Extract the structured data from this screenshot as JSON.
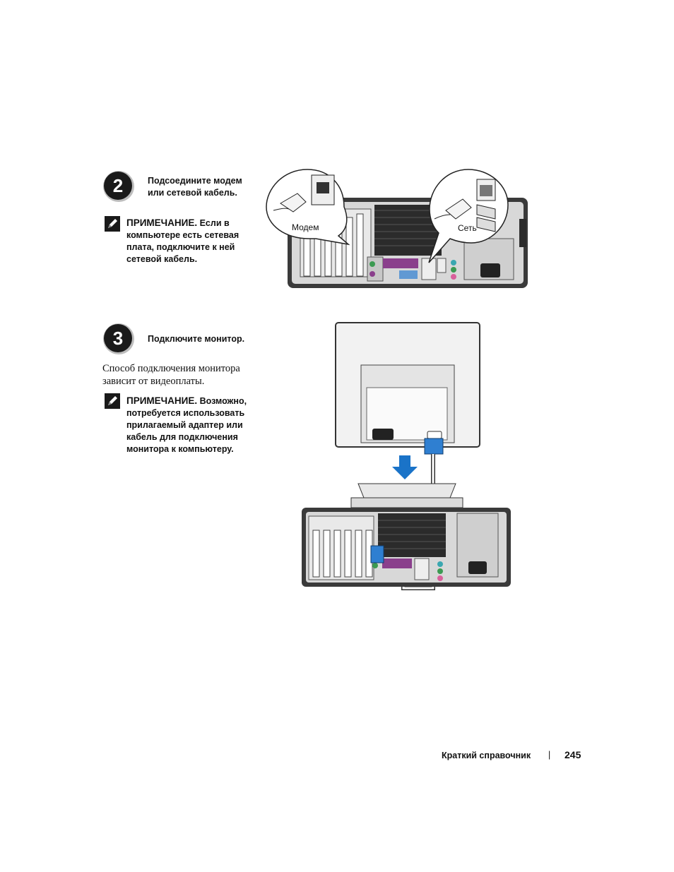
{
  "step2": {
    "number": "2",
    "instruction_line1": "Подсоедините модем",
    "instruction_line2": "или сетевой кабель.",
    "note_label": "ПРИМЕЧАНИЕ.",
    "note_line1": "Если в",
    "note_line2": "компьютере есть сетевая",
    "note_line3": "плата, подключите к ней",
    "note_line4": "сетевой кабель.",
    "callout_modem": "Модем",
    "callout_network": "Сеть"
  },
  "step3": {
    "number": "3",
    "instruction": "Подключите монитор.",
    "body_line1": "Способ подключения монитора",
    "body_line2": "зависит от видеоплаты.",
    "note_label": "ПРИМЕЧАНИЕ.",
    "note_line1": "Возможно,",
    "note_line2": "потребуется использовать",
    "note_line3": "прилагаемый адаптер или",
    "note_line4": "кабель для подключения",
    "note_line5": "монитора к компьютеру."
  },
  "footer": {
    "section": "Краткий справочник",
    "separator": "|",
    "page_number": "245"
  },
  "colors": {
    "arrow_blue": "#1a73c8",
    "connector_blue": "#2f7fd1",
    "port_purple": "#8a3f8c",
    "port_green": "#3c9a52",
    "port_pink": "#d9609b",
    "port_teal": "#3aa7b0"
  }
}
